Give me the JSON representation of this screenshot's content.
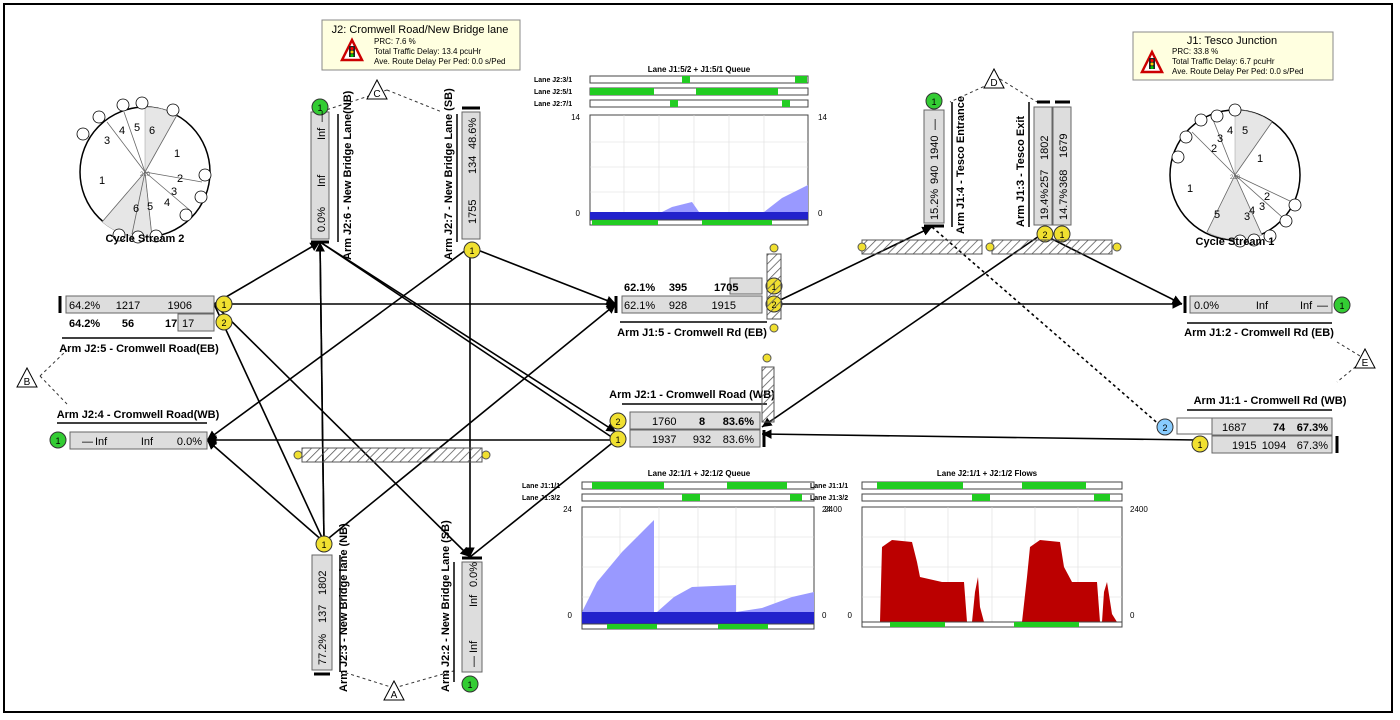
{
  "junctions": {
    "j2": {
      "title": "J2: Cromwell Road/New Bridge lane",
      "prc": "PRC: 7.6 %",
      "delay": "Total Traffic Delay: 13.4 pcuHr",
      "ped": "Ave. Route Delay Per Ped: 0.0 s/Ped"
    },
    "j1": {
      "title": "J1: Tesco Junction",
      "prc": "PRC: 33.8 %",
      "delay": "Total Traffic Delay: 6.7 pcuHr",
      "ped": "Ave. Route Delay Per Ped: 0.0 s/Ped"
    }
  },
  "markers": {
    "a": "A",
    "b": "B",
    "c": "C",
    "d": "D",
    "e": "E"
  },
  "cycle_labels": {
    "j2": "Cycle Stream 2",
    "j1": "Cycle Stream 1"
  },
  "arms": {
    "j2_5": {
      "label": "Arm J2:5 - Cromwell Road(EB)",
      "row1": [
        "64.2%",
        "1217",
        "1906"
      ],
      "row2": [
        "64.2%",
        "56",
        "17",
        "17"
      ]
    },
    "j2_4": {
      "label": "Arm J2:4 - Cromwell Road(WB)",
      "row1": [
        "Inf",
        "Inf",
        "0.0%"
      ]
    },
    "j2_6": {
      "label": "Arm J2:6 - New Bridge Lane(NB)",
      "row1": [
        "0.0%",
        "Inf",
        "Inf"
      ]
    },
    "j2_7": {
      "label": "Arm J2:7 - New Bridge Lane (SB)",
      "row1": [
        "1755",
        "134",
        "48.6%"
      ]
    },
    "j1_5": {
      "label": "Arm J1:5 - Cromwell Rd (EB)",
      "row1": [
        "62.1%",
        "395",
        "1705"
      ],
      "row2": [
        "62.1%",
        "928",
        "1915"
      ]
    },
    "j2_1": {
      "label": "Arm J2:1 - Cromwell Road (WB)",
      "row1": [
        "1760",
        "8",
        "83.6%"
      ],
      "row2": [
        "1937",
        "932",
        "83.6%"
      ]
    },
    "j1_4": {
      "label": "Arm J1:4 - Tesco Entrance",
      "row1": [
        "15.2%",
        "940",
        "1940"
      ]
    },
    "j1_3": {
      "label": "Arm J1:3 - Tesco Exit",
      "row1": [
        "19.4%",
        "257",
        "1802"
      ],
      "row2": [
        "14.7%",
        "368",
        "1679"
      ]
    },
    "j1_2": {
      "label": "Arm J1:2 - Cromwell Rd (EB)",
      "row1": [
        "0.0%",
        "Inf",
        "Inf"
      ]
    },
    "j1_1": {
      "label": "Arm J1:1 - Cromwell Rd (WB)",
      "row1": [
        "1687",
        "74",
        "67.3%"
      ],
      "row2": [
        "1915",
        "1094",
        "67.3%"
      ]
    },
    "j2_3": {
      "label": "Arm J2:3 - New Bridge lane (NB)",
      "row1": [
        "1802",
        "137",
        "77.2%"
      ]
    },
    "j2_2": {
      "label": "Arm J2:2 - New Bridge Lane (SB)",
      "row1": [
        "Inf",
        "Inf",
        "0.0%"
      ]
    }
  },
  "charts": {
    "queue1": {
      "title": "Lane J1:5/2 + J1:5/1 Queue",
      "lanes": [
        "Lane J2:3/1",
        "Lane J2:5/1",
        "Lane J2:7/1"
      ],
      "ymax": "14",
      "ymin": "0"
    },
    "queue2": {
      "title": "Lane J2:1/1 + J2:1/2 Queue",
      "lanes": [
        "Lane J1:1/1",
        "Lane J1:3/2"
      ],
      "ymax": "24",
      "ymin": "0"
    },
    "flows": {
      "title": "Lane J2:1/1 + J2:1/2 Flows",
      "lanes": [
        "Lane J1:1/1",
        "Lane J1:3/2"
      ],
      "ymax": "2400",
      "ymin": "0"
    }
  }
}
